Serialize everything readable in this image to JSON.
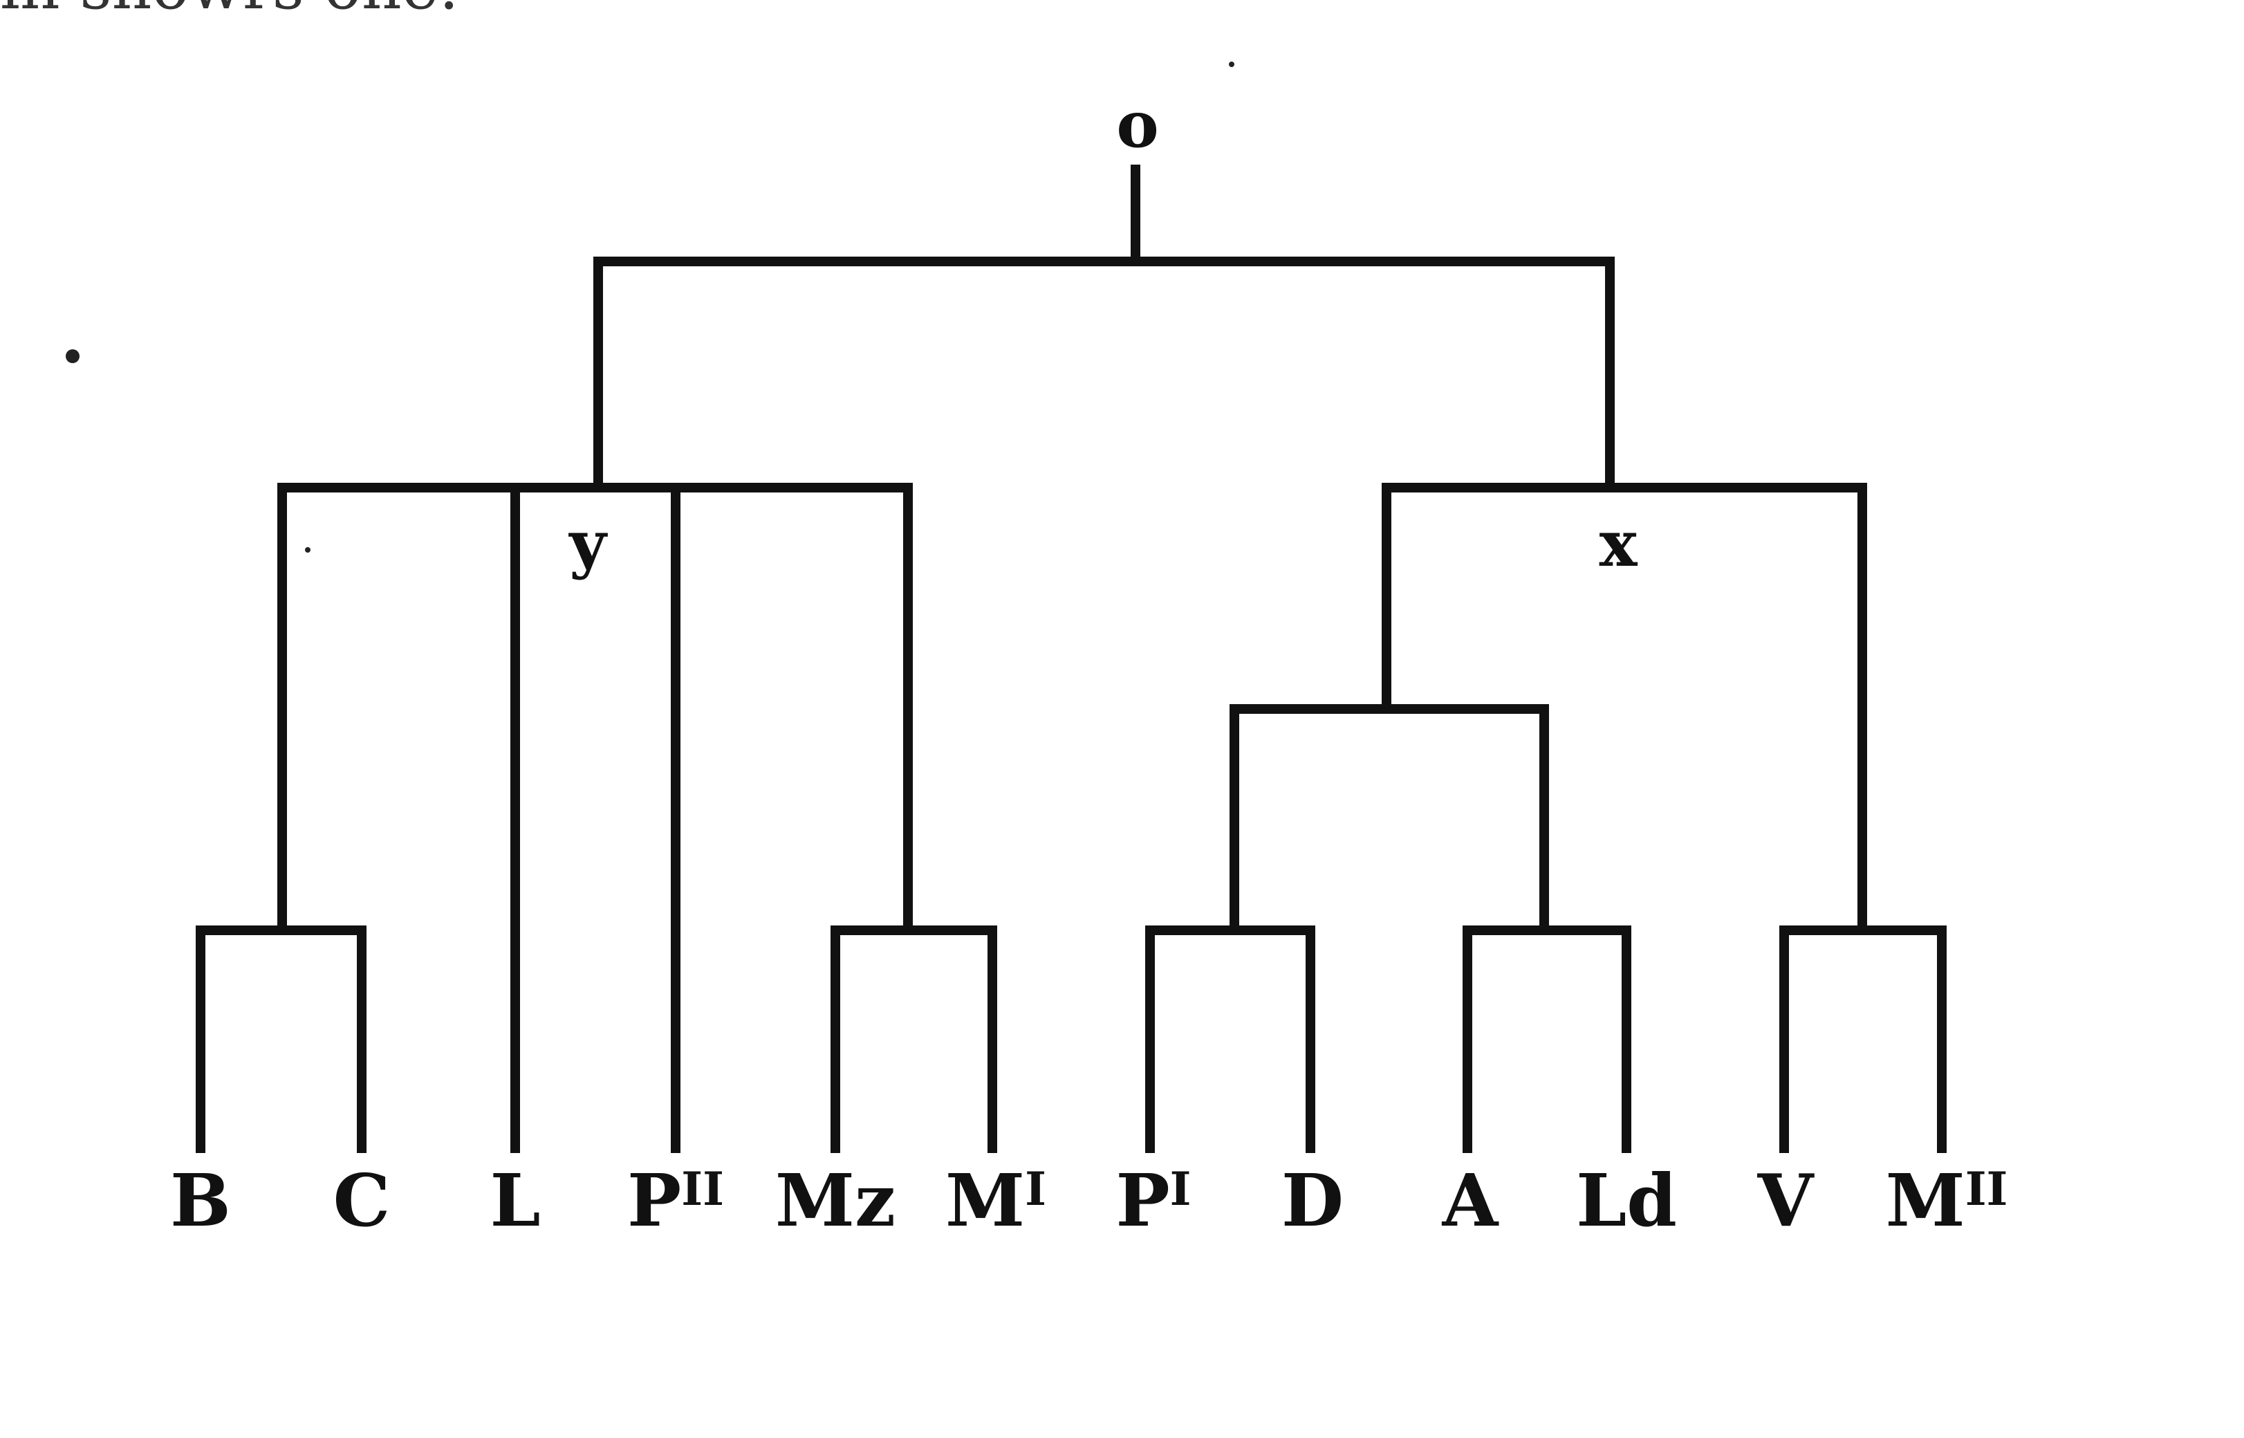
{
  "top_fragment": "in showrs one:",
  "nodes": {
    "root": "o",
    "left_hyparchetype": "y",
    "right_hyparchetype": "x"
  },
  "leaves": [
    {
      "id": "B",
      "base": "B",
      "sup": ""
    },
    {
      "id": "C",
      "base": "C",
      "sup": ""
    },
    {
      "id": "L",
      "base": "L",
      "sup": ""
    },
    {
      "id": "PII",
      "base": "P",
      "sup": "II"
    },
    {
      "id": "Mz",
      "base": "Mz",
      "sup": ""
    },
    {
      "id": "MI",
      "base": "M",
      "sup": "I"
    },
    {
      "id": "PI",
      "base": "P",
      "sup": "I"
    },
    {
      "id": "D",
      "base": "D",
      "sup": ""
    },
    {
      "id": "A",
      "base": "A",
      "sup": ""
    },
    {
      "id": "Ld",
      "base": "Ld",
      "sup": ""
    },
    {
      "id": "V",
      "base": "V",
      "sup": ""
    },
    {
      "id": "MII",
      "base": "M",
      "sup": "II"
    }
  ],
  "stemma": {
    "root": "o",
    "children": {
      "o": [
        "y",
        "x"
      ],
      "y": [
        "BC-group",
        "L",
        "PII",
        "Mz-MI-group"
      ],
      "BC-group": [
        "B",
        "C"
      ],
      "Mz-MI-group": [
        "Mz",
        "MI"
      ],
      "x": [
        "PI-D-A-Ld-group",
        "V-MII-group"
      ],
      "PI-D-A-Ld-group": [
        "PI-D-group",
        "A-Ld-group"
      ],
      "PI-D-group": [
        "PI",
        "D"
      ],
      "A-Ld-group": [
        "A",
        "Ld"
      ],
      "V-MII-group": [
        "V",
        "MII"
      ]
    }
  }
}
